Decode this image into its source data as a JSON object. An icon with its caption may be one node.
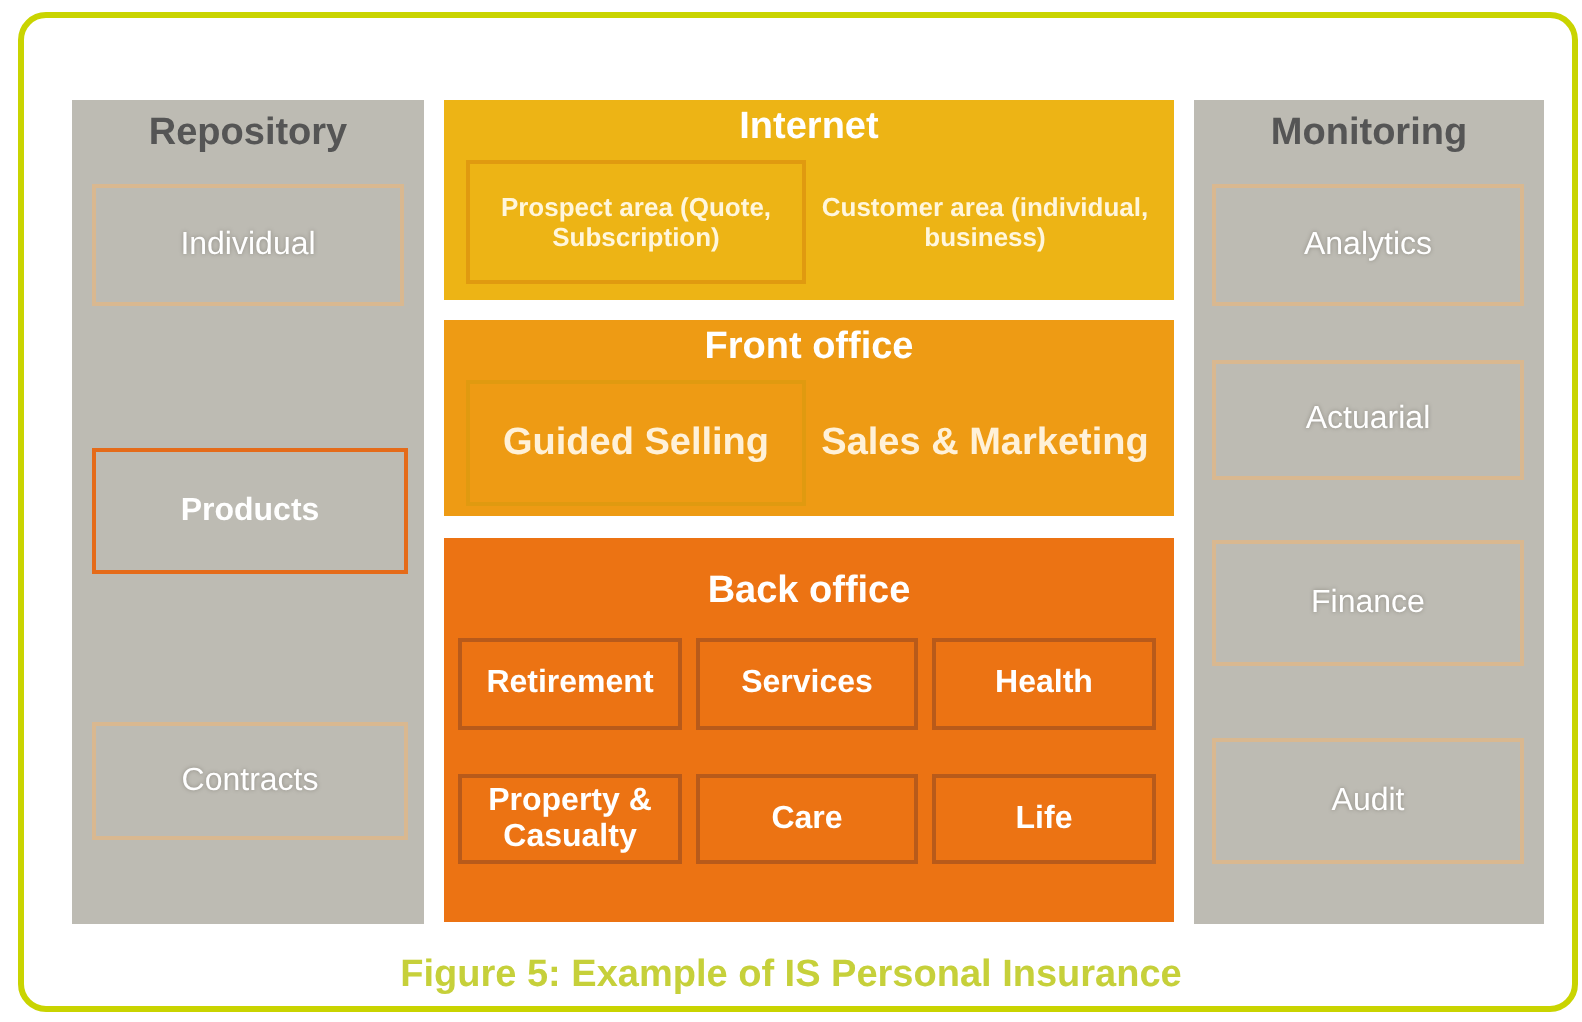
{
  "diagram": {
    "caption": "Figure 5: Example of IS Personal Insurance",
    "nodes": [
      {
        "text": [
          "Repository"
        ]
      },
      {
        "text": [
          "Individual"
        ],
        "in": 0
      },
      {
        "text": [
          "Products"
        ],
        "in": 0
      },
      {
        "text": [
          "Contracts"
        ],
        "in": 0
      },
      {
        "text": [
          "Internet"
        ]
      },
      {
        "text": [
          "Prospect area (Quote, Subscription)"
        ],
        "in": 4
      },
      {
        "text": [
          "Customer area (individual, business)"
        ],
        "in": 4
      },
      {
        "text": [
          "Front office"
        ]
      },
      {
        "text": [
          "Guided Selling"
        ],
        "in": 7
      },
      {
        "text": [
          "Sales & Marketing"
        ],
        "in": 7
      },
      {
        "text": [
          "Back office"
        ]
      },
      {
        "text": [
          "Retirement"
        ],
        "in": 10
      },
      {
        "text": [
          "Services"
        ],
        "in": 10
      },
      {
        "text": [
          "Health"
        ],
        "in": 10
      },
      {
        "text": [
          "Property & Casualty"
        ],
        "in": 10
      },
      {
        "text": [
          "Care"
        ],
        "in": 10
      },
      {
        "text": [
          "Life"
        ],
        "in": 10
      },
      {
        "text": [
          "Monitoring"
        ]
      },
      {
        "text": [
          "Analytics"
        ],
        "in": 17
      },
      {
        "text": [
          "Actuarial"
        ],
        "in": 17
      },
      {
        "text": [
          "Finance"
        ],
        "in": 17
      },
      {
        "text": [
          "Audit"
        ],
        "in": 17
      }
    ]
  }
}
